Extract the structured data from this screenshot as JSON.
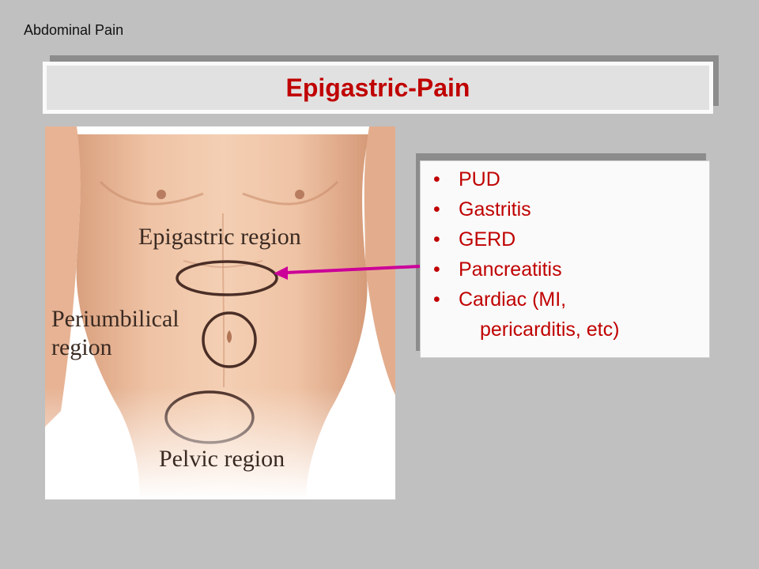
{
  "header": {
    "label": "Abdominal Pain"
  },
  "slide": {
    "title": "Epigastric-Pain"
  },
  "figure": {
    "labels": {
      "epigastric": "Epigastric region",
      "periumbilical_line1": "Periumbilical",
      "periumbilical_line2": "region",
      "pelvic": "Pelvic region"
    }
  },
  "causes": {
    "items": [
      {
        "line1": "PUD"
      },
      {
        "line1": "Gastritis"
      },
      {
        "line1": "GERD"
      },
      {
        "line1": "Pancreatitis"
      },
      {
        "line1": "Cardiac (MI,",
        "line2": "pericarditis, etc)"
      }
    ],
    "bullet": "•"
  },
  "colors": {
    "title": "#c00000",
    "list_text": "#c00000",
    "arrow": "#cc0099",
    "background": "#c0c0c0"
  }
}
